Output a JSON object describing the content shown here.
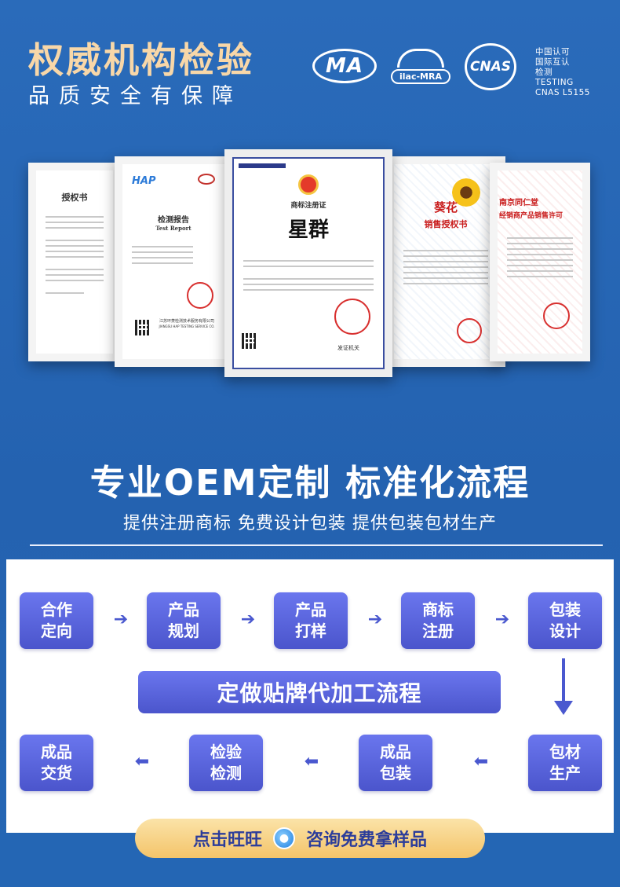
{
  "header": {
    "title": "权威机构检验",
    "subtitle": "品质安全有保障",
    "logos": {
      "cma": "MA",
      "ilac": "ilac-MRA",
      "cnas": "CNAS",
      "cnas_lines": [
        "中国认可",
        "国际互认",
        "检测",
        "TESTING",
        "CNAS L5155"
      ]
    }
  },
  "certificates": {
    "c1": {
      "title": "授权书"
    },
    "c2": {
      "logo": "HAP",
      "title": "检测报告",
      "title_en": "Test Report",
      "footer": "江苏环菱检测技术服务有限公司",
      "footer_en": "JIANGSU HAP TESTING SERVICE CO."
    },
    "c3": {
      "title": "商标注册证",
      "mark": "星群",
      "footer": "发证机关"
    },
    "c4": {
      "brand": "葵花",
      "title": "销售授权书"
    },
    "c5": {
      "brand": "南京同仁堂",
      "title": "经销商产品销售许可"
    }
  },
  "oem": {
    "title": "专业OEM定制 标准化流程",
    "subtitle": "提供注册商标 免费设计包装 提供包装包材生产"
  },
  "process": {
    "row1": [
      {
        "l1": "合作",
        "l2": "定向"
      },
      {
        "l1": "产品",
        "l2": "规划"
      },
      {
        "l1": "产品",
        "l2": "打样"
      },
      {
        "l1": "商标",
        "l2": "注册"
      },
      {
        "l1": "包装",
        "l2": "设计"
      }
    ],
    "banner": "定做贴牌代加工流程",
    "row2": [
      {
        "l1": "成品",
        "l2": "交货"
      },
      {
        "l1": "检验",
        "l2": "检测"
      },
      {
        "l1": "成品",
        "l2": "包装"
      },
      {
        "l1": "包材",
        "l2": "生产"
      }
    ]
  },
  "cta": {
    "left": "点击旺旺",
    "right": "咨询免费拿样品"
  },
  "colors": {
    "background": "#2565b5",
    "title_gold": "#f8d7a8",
    "step_blue": "#4b55cc",
    "cta_gold": "#f4c46a"
  }
}
